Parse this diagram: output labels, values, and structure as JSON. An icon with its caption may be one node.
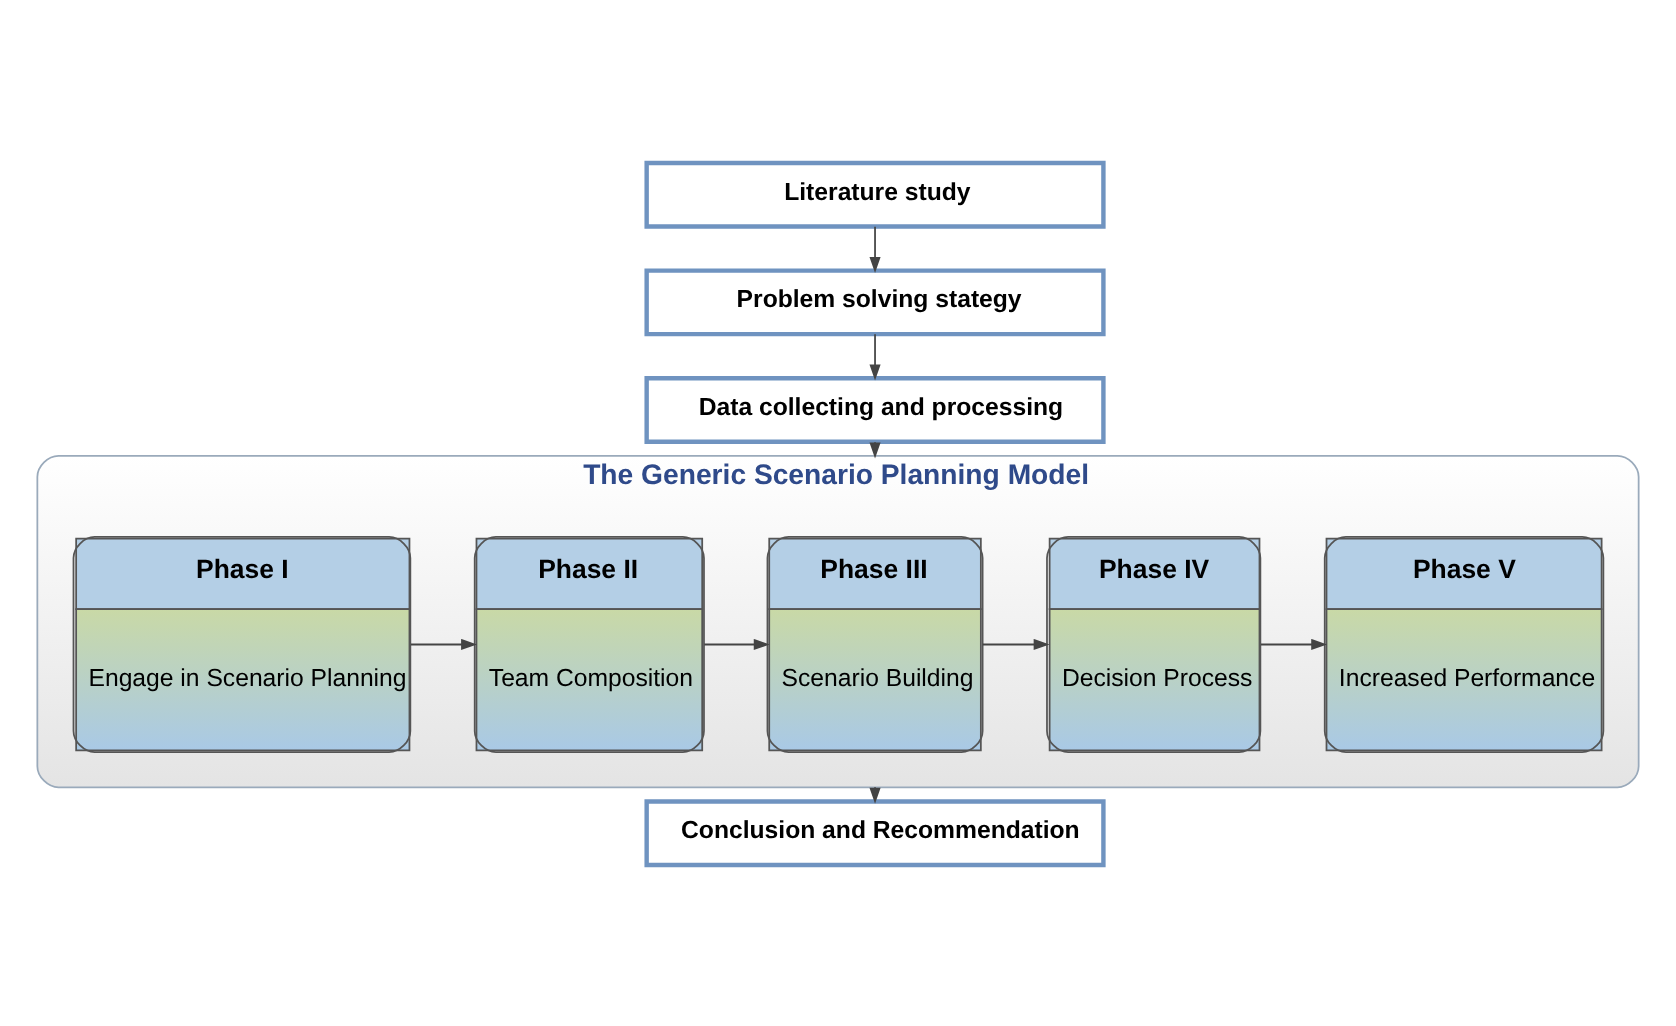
{
  "diagram": {
    "nodes": [
      {
        "text": [
          "Literature study"
        ]
      },
      {
        "text": [
          "Problem solving stategy"
        ]
      },
      {
        "text": [
          "Data collecting and processing"
        ]
      },
      {
        "text": [
          "The Generic Scenario Planning Model"
        ]
      },
      {
        "text": [
          "Phase I",
          "Engage in Scenario Planning"
        ],
        "in": 3
      },
      {
        "text": [
          "Phase II",
          "Team Composition"
        ],
        "in": 3
      },
      {
        "text": [
          "Phase III",
          "Scenario Building"
        ],
        "in": 3
      },
      {
        "text": [
          "Phase IV",
          "Decision Process"
        ],
        "in": 3
      },
      {
        "text": [
          "Phase V",
          "Increased Performance"
        ],
        "in": 3
      },
      {
        "text": [
          "Conclusion and Recommendation"
        ]
      }
    ],
    "edges": [
      {
        "from": 0,
        "to": 1,
        "arrow": "to"
      },
      {
        "from": 1,
        "to": 2,
        "arrow": "to"
      },
      {
        "from": 2,
        "to": 3,
        "arrow": "to"
      },
      {
        "from": 4,
        "to": 5,
        "arrow": "to"
      },
      {
        "from": 5,
        "to": 6,
        "arrow": "to"
      },
      {
        "from": 6,
        "to": 7,
        "arrow": "to"
      },
      {
        "from": 7,
        "to": 8,
        "arrow": "to"
      },
      {
        "from": 3,
        "to": 9,
        "arrow": "to"
      }
    ]
  }
}
